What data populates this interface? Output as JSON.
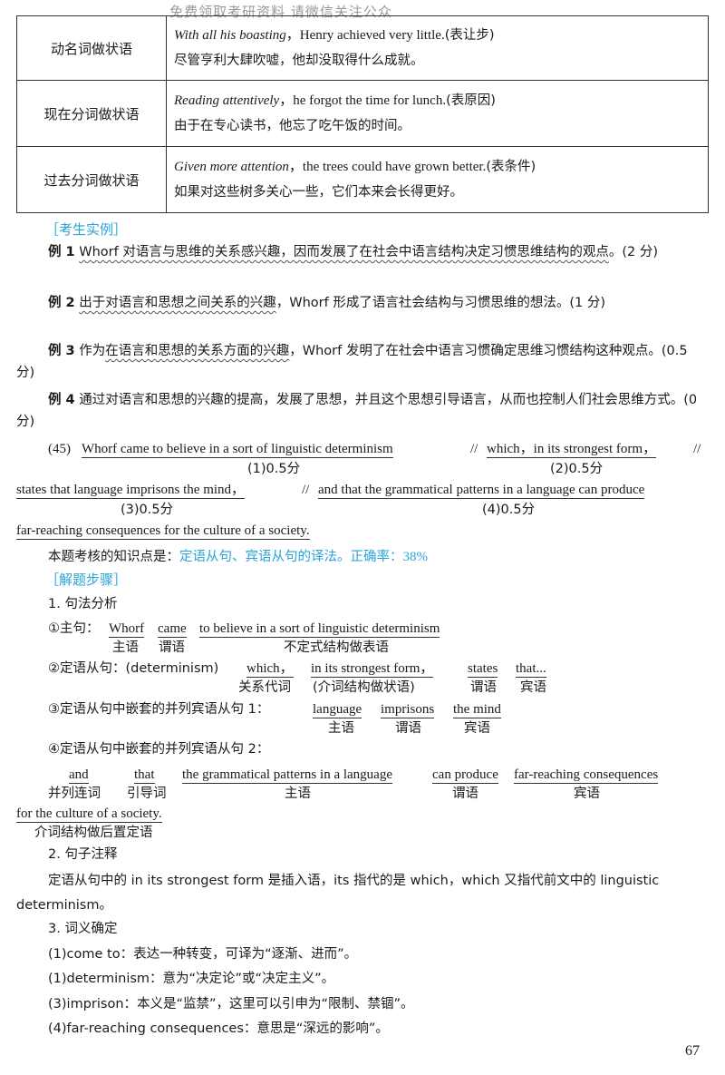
{
  "watermark": "免费领取考研资料 请微信关注公众",
  "table": [
    {
      "label": "动名词做状语",
      "en_italic": "With all his boasting",
      "en_rest": "，Henry achieved very little.",
      "note": "(表让步)",
      "zh": "尽管亨利大肆吹嘘，他却没取得什么成就。"
    },
    {
      "label": "现在分词做状语",
      "en_italic": "Reading attentively",
      "en_rest": "，he forgot the time for lunch.",
      "note": "(表原因)",
      "zh": "由于在专心读书，他忘了吃午饭的时间。"
    },
    {
      "label": "过去分词做状语",
      "en_italic": "Given more attention",
      "en_rest": "，the trees could have grown better.",
      "note": "(表条件)",
      "zh": "如果对这些树多关心一些，它们本来会长得更好。"
    }
  ],
  "examples_heading": "［考生实例］",
  "examples": [
    {
      "label": "例 1",
      "wavy": "Whorf 对语言与思维的关系感兴趣，因而发展了在社会中语言结构决定习惯思维结构的观点",
      "tail": "。(2 分)"
    },
    {
      "label": "例 2",
      "wavy": "出于对语言和思想之间关系的兴趣",
      "tail": "，Whorf 形成了语言社会结构与习惯思维的想法。(1 分)"
    },
    {
      "label": "例 3",
      "pre": "作为",
      "wavy": "在语言和思想的关系方面的兴趣",
      "tail": "，Whorf 发明了在社会中语言习惯确定思维习惯结构这种观点。(0.5 分)"
    },
    {
      "label": "例 4",
      "text": "通过对语言和思想的兴趣的提高，发展了思想，并且这个思想引导语言，从而也控制人们社会思维方式。(0 分)"
    }
  ],
  "sentence": {
    "number": "(45)",
    "seg1": "Whorf came to believe in a sort of linguistic determinism",
    "seg2": "which，in its strongest form，",
    "seg3": "states that language imprisons the mind，",
    "seg4": "and that the grammatical patterns in a language can produce",
    "seg5": "far-reaching consequences for the culture of a society.",
    "sep": "//",
    "score1": "(1)0.5分",
    "score2": "(2)0.5分",
    "score3": "(3)0.5分",
    "score4": "(4)0.5分"
  },
  "knowledge": {
    "prefix": "本题考核的知识点是：",
    "points": "定语从句、宾语从句的译法。正确率：",
    "rate": "38%"
  },
  "steps_heading": "［解题步骤］",
  "step1": {
    "title": "1. 句法分析",
    "main": {
      "prefix": "①主句：",
      "parts": [
        "Whorf",
        "came",
        "to believe in a sort of linguistic determinism"
      ],
      "labels": [
        "主语",
        "谓语",
        "不定式结构做表语"
      ]
    },
    "attr": {
      "prefix": "②定语从句：(determinism)",
      "parts": [
        "which，",
        "in its strongest form，",
        "states",
        "that..."
      ],
      "labels": [
        "关系代词",
        "(介词结构做状语)",
        "谓语",
        "宾语"
      ]
    },
    "obj1": {
      "prefix": "③定语从句中嵌套的并列宾语从句 1：",
      "parts": [
        "language",
        "imprisons",
        "the mind"
      ],
      "labels": [
        "主语",
        "谓语",
        "宾语"
      ]
    },
    "obj2": {
      "prefix": "④定语从句中嵌套的并列宾语从句 2：",
      "parts": [
        "and",
        "that",
        "the grammatical patterns in a language",
        "can produce",
        "far-reaching consequences",
        "for the culture of a society."
      ],
      "labels": [
        "并列连词",
        "引导词",
        "主语",
        "谓语",
        "宾语",
        "介词结构做后置定语"
      ]
    }
  },
  "step2": {
    "title": "2. 句子注释",
    "text": "定语从句中的 in its strongest form 是插入语，its 指代的是 which，which 又指代前文中的 linguistic determinism。"
  },
  "step3": {
    "title": "3. 词义确定",
    "items": [
      "(1)come to：表达一种转变，可译为“逐渐、进而”。",
      "(1)determinism：意为“决定论”或“决定主义”。",
      "(3)imprison：本义是“监禁”，这里可以引申为“限制、禁锢”。",
      "(4)far-reaching consequences：意思是“深远的影响”。"
    ]
  },
  "page_number": "67"
}
